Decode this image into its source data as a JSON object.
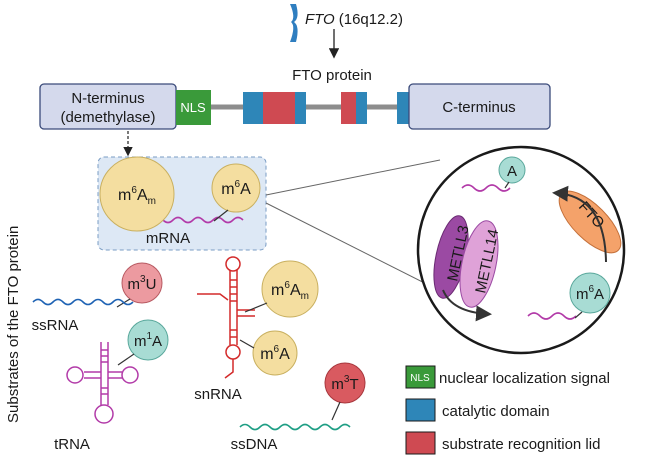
{
  "gene": {
    "name": "FTO",
    "locus": "(16q12.2)"
  },
  "protein": {
    "title": "FTO protein",
    "n_terminus_line1": "N-terminus",
    "n_terminus_line2": "(demethylase)",
    "nls": "NLS",
    "c_terminus": "C-terminus"
  },
  "side_label": "Substrates of the FTO protein",
  "substrates": {
    "mrna": {
      "label": "mRNA",
      "mod1": {
        "base": "m",
        "sup": "6",
        "rest": "A",
        "sub": "m"
      },
      "mod2": {
        "base": "m",
        "sup": "6",
        "rest": "A"
      }
    },
    "ssrna": {
      "label": "ssRNA",
      "mod": {
        "base": "m",
        "sup": "3",
        "rest": "U"
      }
    },
    "trna": {
      "label": "tRNA",
      "mod": {
        "base": "m",
        "sup": "1",
        "rest": "A"
      }
    },
    "snrna": {
      "label": "snRNA",
      "mod1": {
        "base": "m",
        "sup": "6",
        "rest": "A",
        "sub": "m"
      },
      "mod2": {
        "base": "m",
        "sup": "6",
        "rest": "A"
      }
    },
    "ssdna": {
      "label": "ssDNA",
      "mod": {
        "base": "m",
        "sup": "3",
        "rest": "T"
      }
    }
  },
  "cycle": {
    "unmodified": "A",
    "writer1": "METLL3",
    "writer2": "METLL14",
    "eraser": "FTO",
    "modified": {
      "base": "m",
      "sup": "6",
      "rest": "A"
    }
  },
  "legend": [
    {
      "swatch_text": "NLS",
      "label": "nuclear localization signal",
      "color": "#3a9a3a"
    },
    {
      "swatch_text": "",
      "label": "catalytic domain",
      "color": "#2e86b8"
    },
    {
      "swatch_text": "",
      "label": "substrate recognition lid",
      "color": "#cf4a52"
    }
  ],
  "colors": {
    "terminus_fill": "#d4d9ec",
    "terminus_stroke": "#3a4a7a",
    "linker": "#8d8d8d",
    "yellow": "#f4dea0",
    "pink": "#ec9aa0",
    "teal": "#a8dcd4",
    "orange": "#f4a26a",
    "purple": "#9b4aa3",
    "rna": "#b23aa8",
    "ssrna": "#1f63b4",
    "dna": "#1e9e84",
    "snrna": "#d32a2a"
  }
}
